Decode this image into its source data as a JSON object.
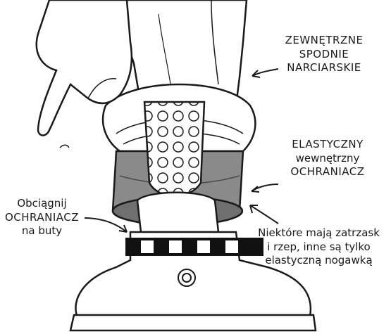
{
  "labels": {
    "outer_pants": [
      "ZEWNĘTRZNE",
      "SPODNIE",
      "NARCIARSKIE"
    ],
    "inner_gaiter": [
      "ELASTYCZNY",
      "wewnętrzny",
      "OCHRANIACZ"
    ],
    "pull_over": [
      "Obciągnij",
      "OCHRANIACZ",
      "na buty"
    ],
    "fasteners_note": [
      "Niektóre mają zatrzask",
      "i rzep, inne są tylko",
      "elastyczną nogawką"
    ]
  },
  "colors": {
    "ink": "#1a1a1a",
    "paper": "#ffffff",
    "gaiter_shade": "#8a8a8a",
    "boot_band": "#111111"
  }
}
